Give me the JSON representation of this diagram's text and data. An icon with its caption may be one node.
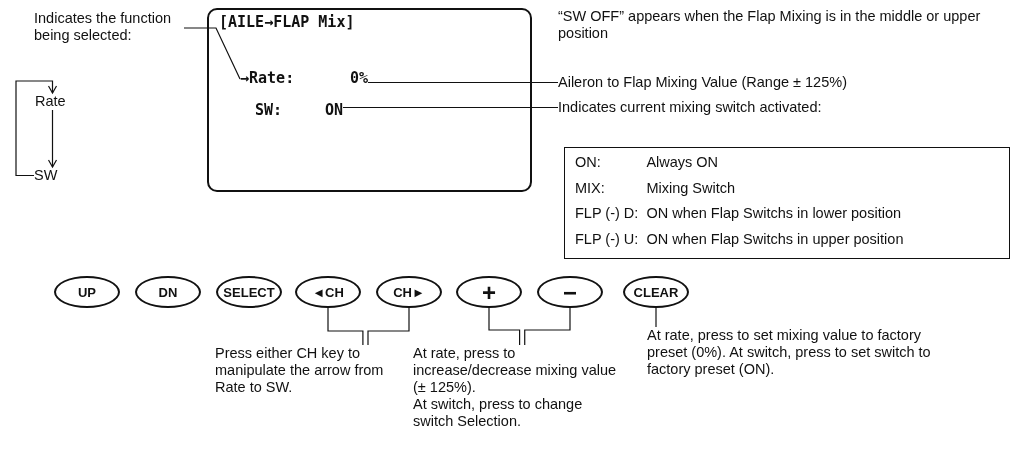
{
  "diagram": {
    "nodes": [
      {
        "text": [
          "[AILE→FLAP Mix]"
        ]
      },
      {
        "text": [
          "→Rate:",
          "0%"
        ],
        "in": 0
      },
      {
        "text": [
          "SW:",
          "ON"
        ],
        "in": 0
      },
      {
        "text": [
          "Indicates the function being selected:"
        ]
      },
      {
        "text": [
          "Rate"
        ]
      },
      {
        "text": [
          "SW"
        ]
      },
      {
        "text": [
          "Aileron to Flap Mixing Value (Range ± 125%)"
        ]
      },
      {
        "text": [
          "Indicates current mixing switch activated:"
        ]
      },
      {
        "text": [
          "ON:",
          "Always ON",
          "MIX:",
          "Mixing Switch",
          "FLP (-) D:",
          "ON when Flap Switchs in lower position",
          "FLP (-) U:",
          "ON when Flap Switchs in upper position"
        ]
      },
      {
        "text": [
          "UP"
        ]
      },
      {
        "text": [
          "DN"
        ]
      },
      {
        "text": [
          "SELECT"
        ]
      },
      {
        "text": [
          "◄CH"
        ]
      },
      {
        "text": [
          "CH►"
        ]
      },
      {
        "text": [
          "+"
        ]
      },
      {
        "text": [
          "−"
        ]
      },
      {
        "text": [
          "CLEAR"
        ]
      },
      {
        "text": [
          "Press either CH key to manipulate the arrow from Rate to SW."
        ]
      },
      {
        "text": [
          "At rate, press to increase/decrease mixing value (± 125%).",
          "At switch, press to change switch Selection."
        ]
      },
      {
        "text": [
          "At rate, press to set mixing value to factory preset (0%). At switch, press to set switch to factory preset (ON)."
        ]
      }
    ],
    "edges": [
      {
        "from": 3,
        "to": 1,
        "arrow": "none"
      },
      {
        "from": 4,
        "to": 5,
        "arrow": "to"
      },
      {
        "from": 5,
        "to": 4,
        "arrow": "to"
      },
      {
        "from": 6,
        "to": 1,
        "arrow": "none"
      },
      {
        "from": 7,
        "to": 2,
        "arrow": "none"
      },
      {
        "from": 12,
        "to": 17,
        "arrow": "none"
      },
      {
        "from": 13,
        "to": 17,
        "arrow": "none"
      },
      {
        "from": 14,
        "to": 18,
        "arrow": "none"
      },
      {
        "from": 15,
        "to": 18,
        "arrow": "none"
      },
      {
        "from": 16,
        "to": 19,
        "arrow": "none"
      }
    ],
    "labels": [
      "“SW OFF” appears when the Flap Mixing is in the middle or upper position"
    ]
  }
}
